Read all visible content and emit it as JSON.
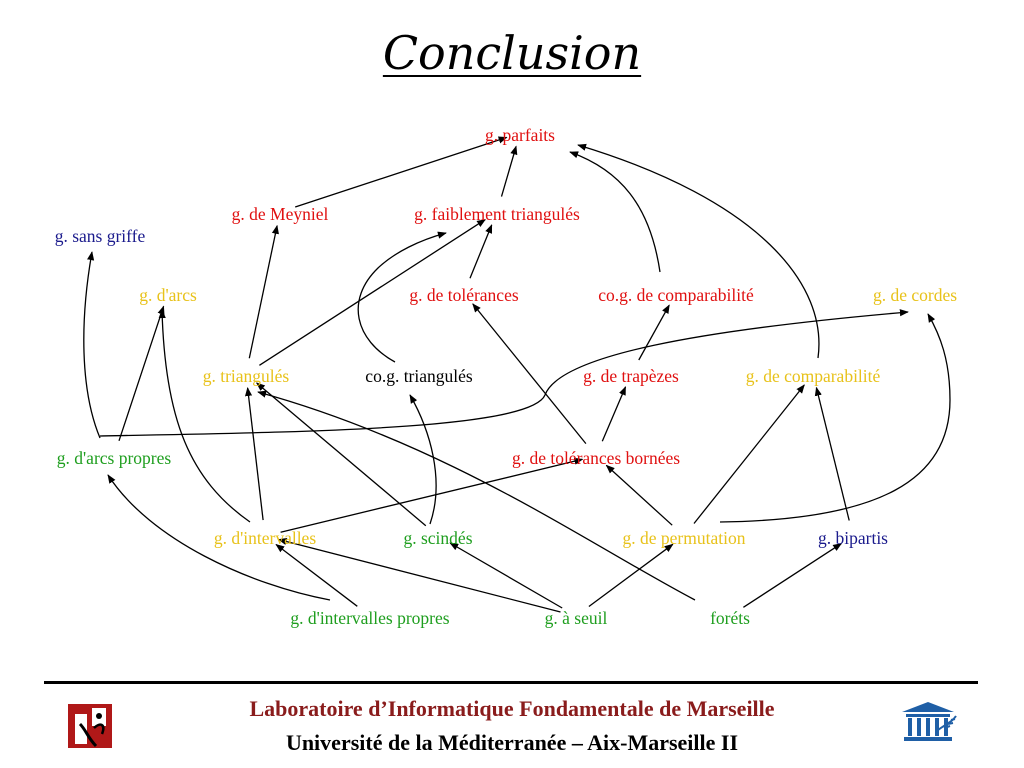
{
  "title": "Conclusion",
  "colors": {
    "red": "#e01010",
    "blue": "#1a1a8c",
    "yellow": "#e8c21a",
    "green": "#1e9e1e",
    "black": "#000000",
    "footer_red": "#8a1c1c",
    "logo_red": "#b01818",
    "logo_blue": "#1f5fa6"
  },
  "nodes": {
    "parfaits": {
      "label": "g. parfaits",
      "color": "red"
    },
    "meyniel": {
      "label": "g. de Meyniel",
      "color": "red"
    },
    "faiblement": {
      "label": "g. faiblement triangulés",
      "color": "red"
    },
    "sansgriffe": {
      "label": "g. sans griffe",
      "color": "blue"
    },
    "arcs": {
      "label": "g. d'arcs",
      "color": "yellow"
    },
    "tolerances": {
      "label": "g. de tolérances",
      "color": "red"
    },
    "cocomparabilite": {
      "label": "co.g. de comparabilité",
      "color": "red"
    },
    "cordes": {
      "label": "g. de cordes",
      "color": "yellow"
    },
    "triangules": {
      "label": "g. triangulés",
      "color": "yellow"
    },
    "cotriangules": {
      "label": "co.g. triangulés",
      "color": "black"
    },
    "trapezes": {
      "label": "g. de trapèzes",
      "color": "red"
    },
    "comparabilite": {
      "label": "g. de comparabilité",
      "color": "yellow"
    },
    "arcspropres": {
      "label": "g. d'arcs propres",
      "color": "green"
    },
    "tolbornees": {
      "label": "g. de tolérances bornées",
      "color": "red"
    },
    "intervalles": {
      "label": "g. d'intervalles",
      "color": "yellow"
    },
    "scindes": {
      "label": "g. scindés",
      "color": "green"
    },
    "permutation": {
      "label": "g. de permutation",
      "color": "yellow"
    },
    "bipartis": {
      "label": "g. bipartis",
      "color": "blue"
    },
    "intpropres": {
      "label": "g. d'intervalles propres",
      "color": "green"
    },
    "seuil": {
      "label": "g. à seuil",
      "color": "green"
    },
    "forets": {
      "label": "foréts",
      "color": "green"
    }
  },
  "edges": [
    [
      "meyniel",
      "parfaits"
    ],
    [
      "faiblement",
      "parfaits"
    ],
    [
      "cocomparabilite",
      "parfaits"
    ],
    [
      "comparabilite",
      "parfaits"
    ],
    [
      "triangules",
      "meyniel"
    ],
    [
      "triangules",
      "faiblement"
    ],
    [
      "cotriangules",
      "faiblement"
    ],
    [
      "tolerances",
      "faiblement"
    ],
    [
      "trapezes",
      "cocomparabilite"
    ],
    [
      "arcspropres",
      "sansgriffe"
    ],
    [
      "arcspropres",
      "arcs"
    ],
    [
      "arcspropres",
      "cordes"
    ],
    [
      "intervalles",
      "arcs"
    ],
    [
      "intervalles",
      "triangules"
    ],
    [
      "intervalles",
      "tolbornees"
    ],
    [
      "scindes",
      "triangules"
    ],
    [
      "scindes",
      "cotriangules"
    ],
    [
      "tolbornees",
      "tolerances"
    ],
    [
      "tolbornees",
      "trapezes"
    ],
    [
      "permutation",
      "tolbornees"
    ],
    [
      "permutation",
      "comparabilite"
    ],
    [
      "permutation",
      "cordes"
    ],
    [
      "bipartis",
      "comparabilite"
    ],
    [
      "intpropres",
      "arcspropres"
    ],
    [
      "intpropres",
      "intervalles"
    ],
    [
      "seuil",
      "intervalles"
    ],
    [
      "seuil",
      "scindes"
    ],
    [
      "seuil",
      "permutation"
    ],
    [
      "forets",
      "triangules"
    ],
    [
      "forets",
      "bipartis"
    ]
  ],
  "footer": {
    "line1": "Laboratoire d’Informatique Fondamentale de Marseille",
    "line2": "Université de la Méditerranée – Aix-Marseille II"
  }
}
